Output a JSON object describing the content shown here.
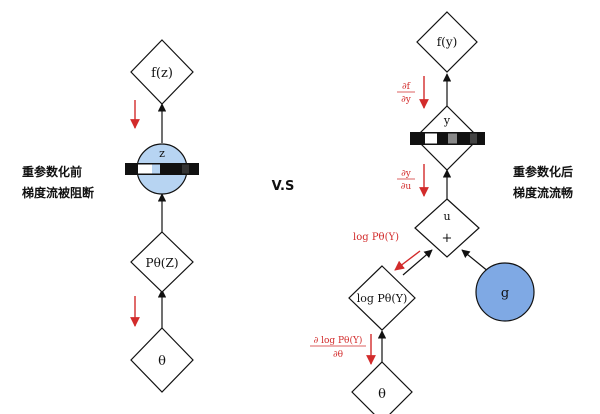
{
  "left": {
    "top_node": "f(z)",
    "latent_node": "z",
    "mid_node": "Pθ(Z)",
    "bottom_node": "θ",
    "caption_line1": "重参数化前",
    "caption_line2": "梯度流被阻断"
  },
  "center": {
    "vs": "V.S"
  },
  "right": {
    "top_node": "f(y)",
    "y_node": "y",
    "u_node": "u",
    "plus": "+",
    "logp_node": "log Pθ(Y)",
    "g_node": "g",
    "bottom_node": "θ",
    "grad_df_dy_num": "∂f",
    "grad_df_dy_den": "∂y",
    "grad_dy_du_num": "∂y",
    "grad_dy_du_den": "∂u",
    "grad_logp": "log Pθ(Y)",
    "grad_dlogp_num": "∂ log Pθ(Y)",
    "grad_dlogp_den": "∂θ",
    "caption_line1": "重参数化后",
    "caption_line2": "梯度流流畅"
  },
  "colors": {
    "accent_red": "#d22b2b",
    "node_blue": "#b7d4f2",
    "g_blue": "#7fa9e4",
    "stroke": "#111111"
  }
}
